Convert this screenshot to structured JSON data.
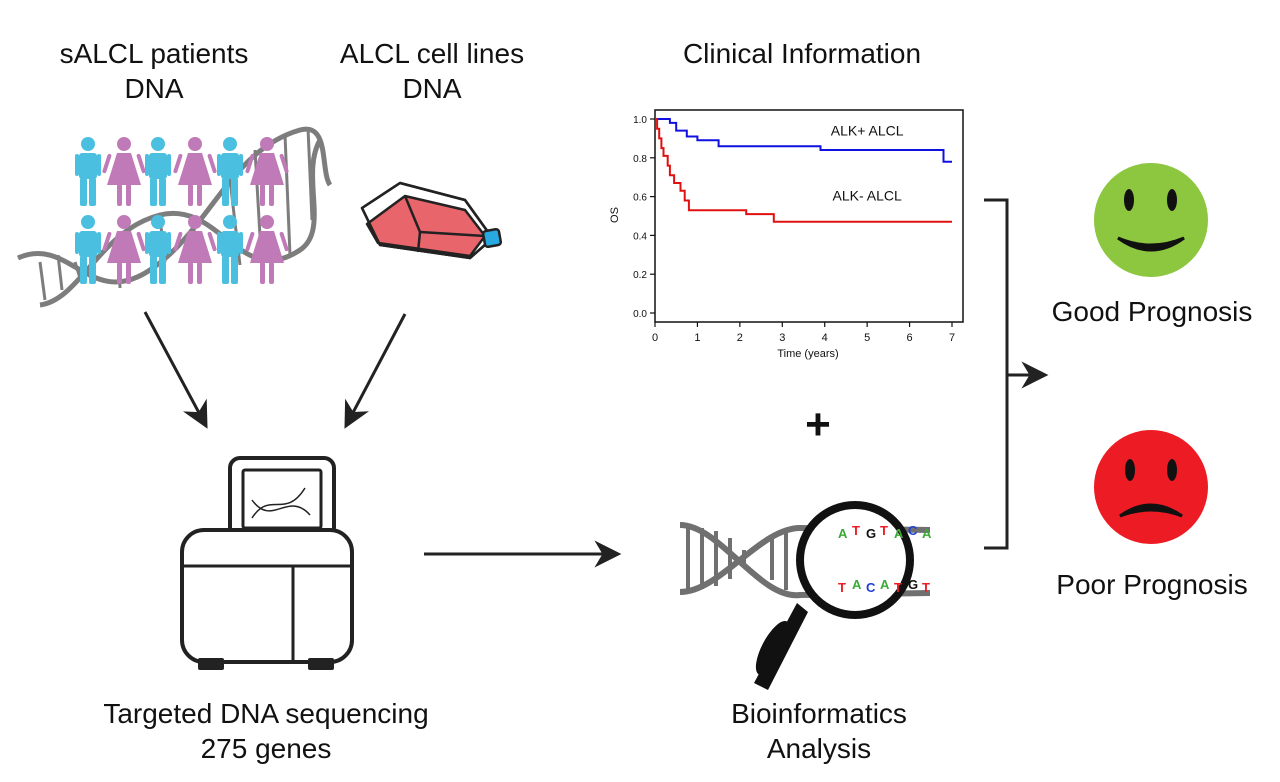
{
  "labels": {
    "patients": [
      "sALCL patients",
      "DNA"
    ],
    "cell_lines": [
      "ALCL cell lines",
      "DNA"
    ],
    "clinical": "Clinical Information",
    "sequencing": [
      "Targeted DNA sequencing",
      "275 genes"
    ],
    "bioinformatics": [
      "Bioinformatics",
      "Analysis"
    ],
    "good": "Good Prognosis",
    "poor": "Poor Prognosis",
    "plus": "+"
  },
  "colors": {
    "male": "#4bbfdf",
    "female": "#c07ab8",
    "dna": "#707070",
    "flask": "#e8656b",
    "cap": "#29a9e1",
    "good_face": "#8dc63f",
    "poor_face": "#ed1c24",
    "alk_pos": "#1010e0",
    "alk_neg": "#e01010"
  },
  "bases": {
    "top": [
      {
        "t": "A",
        "c": "#3aaa35"
      },
      {
        "t": "T",
        "c": "#ed1c24"
      },
      {
        "t": "G",
        "c": "#111111"
      },
      {
        "t": "T",
        "c": "#ed1c24"
      },
      {
        "t": "A",
        "c": "#3aaa35"
      },
      {
        "t": "C",
        "c": "#1c3fd6"
      },
      {
        "t": "A",
        "c": "#3aaa35"
      }
    ],
    "bottom": [
      {
        "t": "T",
        "c": "#ed1c24"
      },
      {
        "t": "A",
        "c": "#3aaa35"
      },
      {
        "t": "C",
        "c": "#1c3fd6"
      },
      {
        "t": "A",
        "c": "#3aaa35"
      },
      {
        "t": "T",
        "c": "#ed1c24"
      },
      {
        "t": "G",
        "c": "#111111"
      },
      {
        "t": "T",
        "c": "#ed1c24"
      }
    ]
  },
  "chart_data": {
    "type": "line",
    "title": "",
    "xlabel": "Time (years)",
    "ylabel": "OS",
    "xlim": [
      0,
      7
    ],
    "ylim": [
      0,
      1.0
    ],
    "x_ticks": [
      0,
      1,
      2,
      3,
      4,
      5,
      6,
      7
    ],
    "y_ticks": [
      "0.0",
      "0.2",
      "0.4",
      "0.6",
      "0.8",
      "1.0"
    ],
    "grid": false,
    "series": [
      {
        "name": "ALK+ ALCL",
        "color": "#1010e0",
        "step": true,
        "points": [
          [
            0,
            1.0
          ],
          [
            0.35,
            1.0
          ],
          [
            0.35,
            0.98
          ],
          [
            0.5,
            0.98
          ],
          [
            0.5,
            0.94
          ],
          [
            0.75,
            0.94
          ],
          [
            0.75,
            0.91
          ],
          [
            1.0,
            0.91
          ],
          [
            1.0,
            0.89
          ],
          [
            1.5,
            0.89
          ],
          [
            1.5,
            0.86
          ],
          [
            3.9,
            0.86
          ],
          [
            3.9,
            0.84
          ],
          [
            6.8,
            0.84
          ],
          [
            6.8,
            0.78
          ],
          [
            7.0,
            0.78
          ]
        ]
      },
      {
        "name": "ALK- ALCL",
        "color": "#e01010",
        "step": true,
        "points": [
          [
            0,
            1.0
          ],
          [
            0.05,
            1.0
          ],
          [
            0.05,
            0.95
          ],
          [
            0.1,
            0.95
          ],
          [
            0.1,
            0.9
          ],
          [
            0.15,
            0.9
          ],
          [
            0.15,
            0.85
          ],
          [
            0.2,
            0.85
          ],
          [
            0.2,
            0.81
          ],
          [
            0.3,
            0.81
          ],
          [
            0.3,
            0.76
          ],
          [
            0.35,
            0.76
          ],
          [
            0.35,
            0.71
          ],
          [
            0.45,
            0.71
          ],
          [
            0.45,
            0.67
          ],
          [
            0.6,
            0.67
          ],
          [
            0.6,
            0.63
          ],
          [
            0.7,
            0.63
          ],
          [
            0.7,
            0.58
          ],
          [
            0.8,
            0.58
          ],
          [
            0.8,
            0.53
          ],
          [
            2.15,
            0.53
          ],
          [
            2.15,
            0.51
          ],
          [
            2.8,
            0.51
          ],
          [
            2.8,
            0.47
          ],
          [
            7.0,
            0.47
          ]
        ]
      }
    ]
  }
}
